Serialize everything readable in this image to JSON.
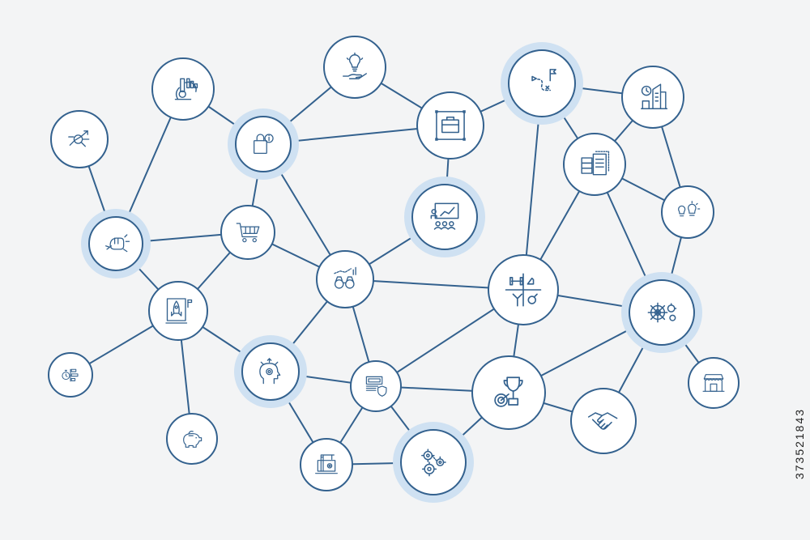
{
  "diagram": {
    "kind": "icon-network",
    "colors": {
      "line": "#33618e",
      "halo": "#cfe1f2",
      "background": "#f3f4f5",
      "node_fill": "#ffffff"
    },
    "nodes": [
      {
        "id": "analytics",
        "icon": "magnifier-chart-icon",
        "highlighted": false
      },
      {
        "id": "research",
        "icon": "microscope-chart-icon",
        "highlighted": false
      },
      {
        "id": "idea",
        "icon": "lightbulb-hand-icon",
        "highlighted": false
      },
      {
        "id": "product-info",
        "icon": "shopping-bag-info-icon",
        "highlighted": true
      },
      {
        "id": "portfolio",
        "icon": "briefcase-frame-icon",
        "highlighted": false
      },
      {
        "id": "strategy-path",
        "icon": "route-flag-icon",
        "highlighted": true
      },
      {
        "id": "time-office",
        "icon": "clock-building-icon",
        "highlighted": false
      },
      {
        "id": "data-docs",
        "icon": "server-documents-icon",
        "highlighted": false
      },
      {
        "id": "ideas-compare",
        "icon": "two-lightbulbs-icon",
        "highlighted": false
      },
      {
        "id": "training",
        "icon": "presentation-audience-icon",
        "highlighted": true
      },
      {
        "id": "cart",
        "icon": "shopping-cart-icon",
        "highlighted": false
      },
      {
        "id": "power",
        "icon": "fist-power-icon",
        "highlighted": true
      },
      {
        "id": "vision",
        "icon": "binoculars-chart-icon",
        "highlighted": false
      },
      {
        "id": "decisions",
        "icon": "dumbbell-bomb-icon",
        "highlighted": false
      },
      {
        "id": "startup",
        "icon": "rocket-launch-icon",
        "highlighted": false
      },
      {
        "id": "management",
        "icon": "helm-gears-icon",
        "highlighted": true
      },
      {
        "id": "timeline",
        "icon": "stopwatch-timeline-icon",
        "highlighted": false
      },
      {
        "id": "mind",
        "icon": "head-gear-icon",
        "highlighted": true
      },
      {
        "id": "secure-payment",
        "icon": "banknote-shield-icon",
        "highlighted": false
      },
      {
        "id": "store",
        "icon": "storefront-icon",
        "highlighted": false
      },
      {
        "id": "achievement",
        "icon": "trophy-target-icon",
        "highlighted": false
      },
      {
        "id": "partnership",
        "icon": "handshake-icon",
        "highlighted": false
      },
      {
        "id": "savings",
        "icon": "piggy-bank-icon",
        "highlighted": false
      },
      {
        "id": "construction",
        "icon": "crane-laptop-icon",
        "highlighted": false
      },
      {
        "id": "process",
        "icon": "gears-icon",
        "highlighted": true
      }
    ],
    "edges": [
      [
        "analytics",
        "power"
      ],
      [
        "research",
        "power"
      ],
      [
        "research",
        "product-info"
      ],
      [
        "idea",
        "product-info"
      ],
      [
        "idea",
        "portfolio"
      ],
      [
        "product-info",
        "portfolio"
      ],
      [
        "product-info",
        "cart"
      ],
      [
        "product-info",
        "vision"
      ],
      [
        "portfolio",
        "strategy-path"
      ],
      [
        "portfolio",
        "training"
      ],
      [
        "strategy-path",
        "data-docs"
      ],
      [
        "strategy-path",
        "time-office"
      ],
      [
        "strategy-path",
        "decisions"
      ],
      [
        "time-office",
        "data-docs"
      ],
      [
        "time-office",
        "ideas-compare"
      ],
      [
        "data-docs",
        "ideas-compare"
      ],
      [
        "data-docs",
        "decisions"
      ],
      [
        "data-docs",
        "management"
      ],
      [
        "ideas-compare",
        "management"
      ],
      [
        "training",
        "vision"
      ],
      [
        "cart",
        "power"
      ],
      [
        "cart",
        "startup"
      ],
      [
        "cart",
        "vision"
      ],
      [
        "power",
        "startup"
      ],
      [
        "vision",
        "decisions"
      ],
      [
        "vision",
        "mind"
      ],
      [
        "vision",
        "secure-payment"
      ],
      [
        "startup",
        "timeline"
      ],
      [
        "startup",
        "savings"
      ],
      [
        "startup",
        "mind"
      ],
      [
        "decisions",
        "management"
      ],
      [
        "decisions",
        "secure-payment"
      ],
      [
        "decisions",
        "achievement"
      ],
      [
        "management",
        "achievement"
      ],
      [
        "management",
        "store"
      ],
      [
        "management",
        "partnership"
      ],
      [
        "mind",
        "secure-payment"
      ],
      [
        "mind",
        "construction"
      ],
      [
        "secure-payment",
        "achievement"
      ],
      [
        "secure-payment",
        "construction"
      ],
      [
        "secure-payment",
        "process"
      ],
      [
        "achievement",
        "partnership"
      ],
      [
        "achievement",
        "process"
      ],
      [
        "construction",
        "process"
      ]
    ]
  },
  "stock_id": "373521843"
}
